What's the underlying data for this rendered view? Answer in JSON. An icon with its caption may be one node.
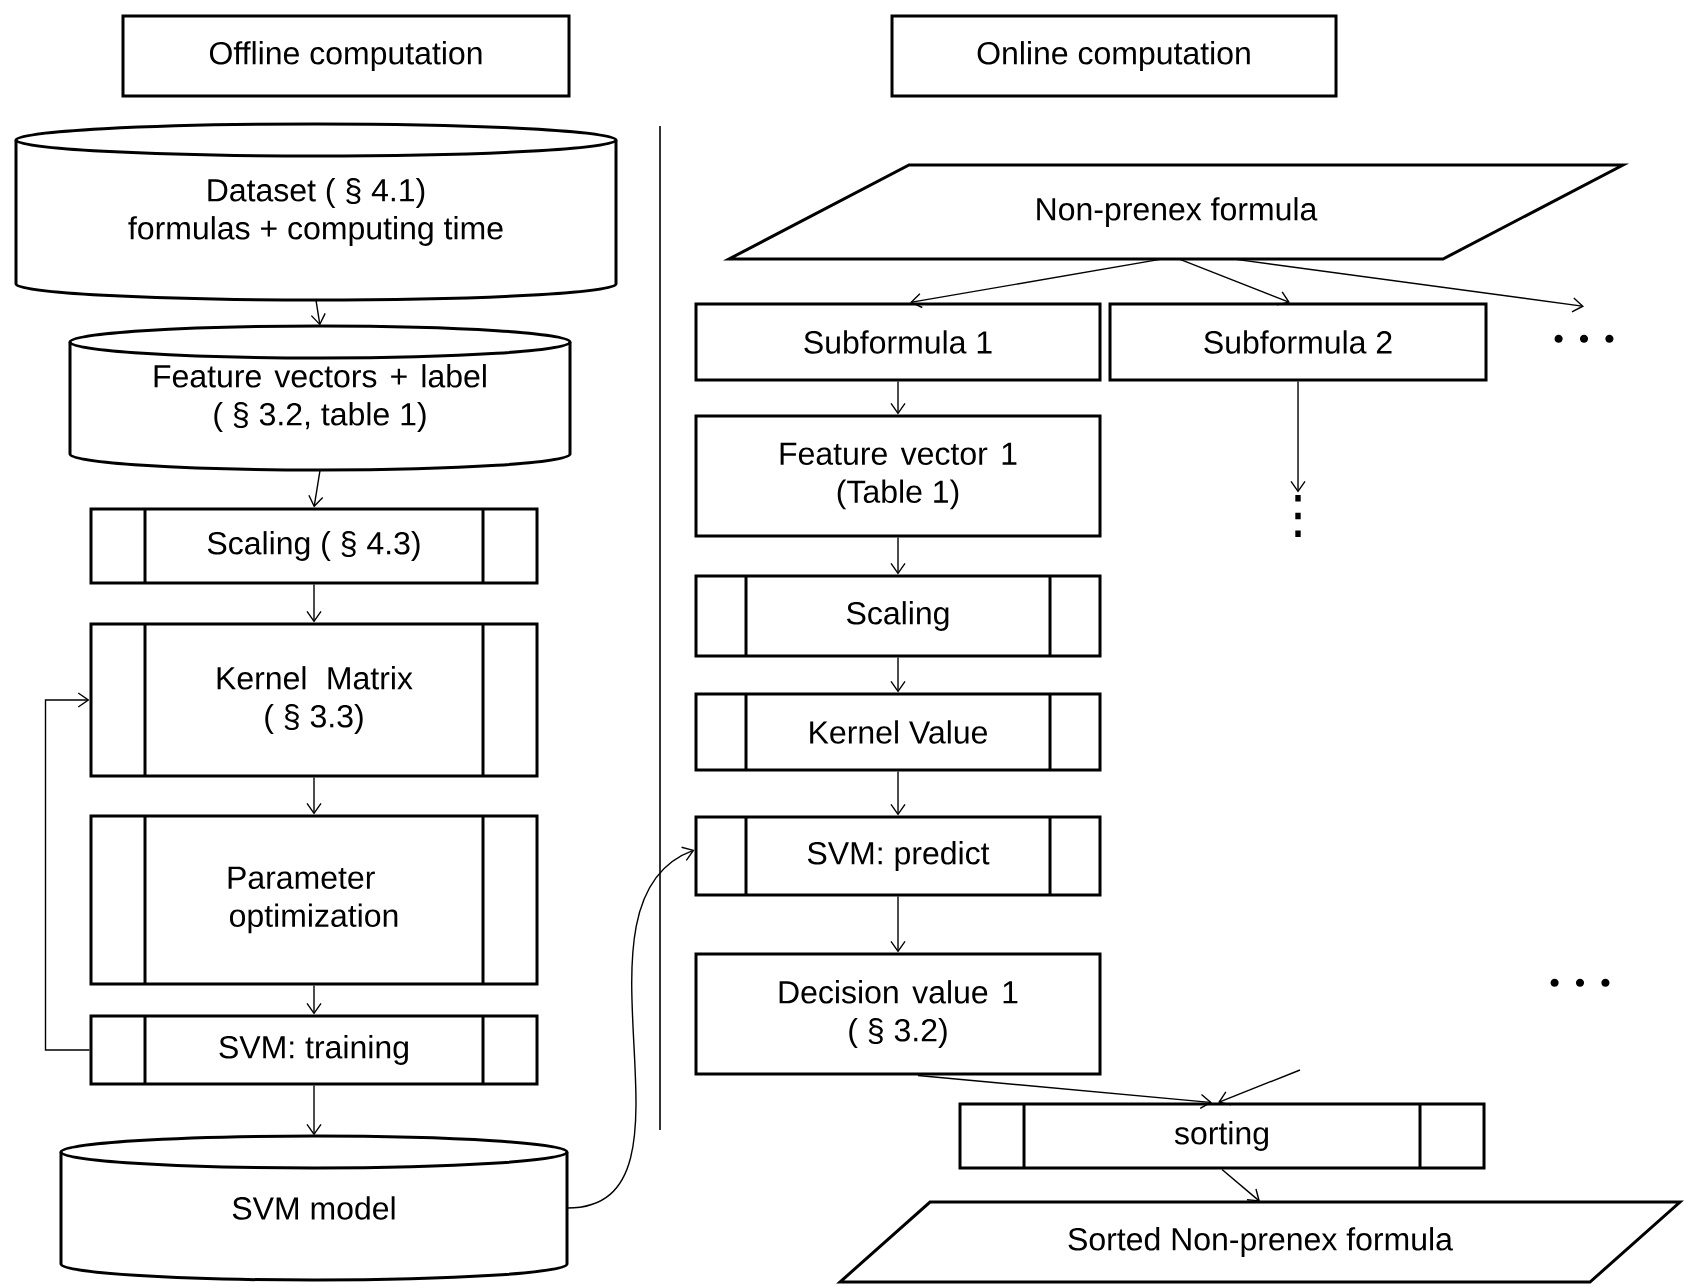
{
  "diagram": {
    "nodes": [
      {
        "text": [
          "Offline computation"
        ]
      },
      {
        "text": [
          "Online computation"
        ]
      },
      {
        "text": [
          "Dataset ( § 4.1)",
          "formulas + computing time"
        ]
      },
      {
        "text": [
          "Feature vectors + label ( § 3.2, table 1)"
        ]
      },
      {
        "text": [
          "Scaling ( § 4.3)"
        ]
      },
      {
        "text": [
          "Kernel Matrix ( § 3.3)"
        ]
      },
      {
        "text": [
          "Parameter optimization"
        ]
      },
      {
        "text": [
          "SVM: training"
        ]
      },
      {
        "text": [
          "SVM model"
        ]
      },
      {
        "text": [
          "Non-prenex formula"
        ]
      },
      {
        "text": [
          "Subformula 1"
        ]
      },
      {
        "text": [
          "Subformula 2"
        ]
      },
      {
        "text": [
          "Feature vector 1 (Table 1)"
        ]
      },
      {
        "text": [
          "Scaling"
        ]
      },
      {
        "text": [
          "Kernel Value"
        ]
      },
      {
        "text": [
          "SVM: predict"
        ]
      },
      {
        "text": [
          "Decision value 1 ( § 3.2)"
        ]
      },
      {
        "text": [
          "sorting"
        ]
      },
      {
        "text": [
          "Sorted Non-prenex formula"
        ]
      },
      {
        "text": [
          "• • •"
        ]
      },
      {
        "text": [
          "⋮"
        ]
      }
    ],
    "edges": [
      {
        "from": 2,
        "to": 3,
        "arrow": "to"
      },
      {
        "from": 3,
        "to": 4,
        "arrow": "to"
      },
      {
        "from": 4,
        "to": 5,
        "arrow": "to"
      },
      {
        "from": 5,
        "to": 6,
        "arrow": "to"
      },
      {
        "from": 6,
        "to": 7,
        "arrow": "to"
      },
      {
        "from": 7,
        "to": 8,
        "arrow": "to"
      },
      {
        "from": 7,
        "to": 5,
        "arrow": "to"
      },
      {
        "from": 8,
        "to": 15,
        "arrow": "to"
      },
      {
        "from": 9,
        "to": 10,
        "arrow": "to"
      },
      {
        "from": 9,
        "to": 11,
        "arrow": "to"
      },
      {
        "from": 9,
        "to": 19,
        "arrow": "to"
      },
      {
        "from": 11,
        "to": 20,
        "arrow": "to"
      },
      {
        "from": 10,
        "to": 12,
        "arrow": "to"
      },
      {
        "from": 12,
        "to": 13,
        "arrow": "to"
      },
      {
        "from": 13,
        "to": 14,
        "arrow": "to"
      },
      {
        "from": 14,
        "to": 15,
        "arrow": "to"
      },
      {
        "from": 15,
        "to": 16,
        "arrow": "to"
      },
      {
        "from": 16,
        "to": 17,
        "arrow": "to"
      },
      {
        "from": null,
        "to": 17,
        "arrow": "to"
      },
      {
        "from": 17,
        "to": 18,
        "arrow": "to"
      }
    ],
    "labels": [
      "• • •"
    ]
  }
}
